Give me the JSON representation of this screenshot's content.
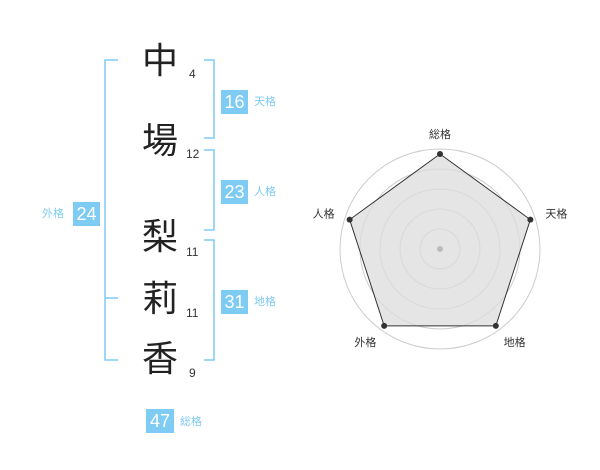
{
  "name": {
    "chars": [
      {
        "char": "中",
        "strokes": "4"
      },
      {
        "char": "場",
        "strokes": "12"
      },
      {
        "char": "梨",
        "strokes": "11"
      },
      {
        "char": "莉",
        "strokes": "11"
      },
      {
        "char": "香",
        "strokes": "9"
      }
    ]
  },
  "kakusu": {
    "tenkaku": {
      "value": "16",
      "label": "天格"
    },
    "jinkaku": {
      "value": "23",
      "label": "人格"
    },
    "chikaku": {
      "value": "31",
      "label": "地格"
    },
    "gaikaku": {
      "value": "24",
      "label": "外格"
    },
    "soukaku": {
      "value": "47",
      "label": "総格"
    }
  },
  "radar": {
    "axes": [
      "総格",
      "天格",
      "地格",
      "外格",
      "人格"
    ],
    "values": [
      1.0,
      1.0,
      1.0,
      1.0,
      1.0
    ],
    "max": 1.0,
    "rings": 5,
    "colors": {
      "fill": "#dcdcdc",
      "line": "#333333",
      "ring": "#cccccc",
      "point": "#333333",
      "center": "#bbbbbb"
    }
  },
  "colors": {
    "accent": "#7ecbf4",
    "text": "#222222"
  }
}
